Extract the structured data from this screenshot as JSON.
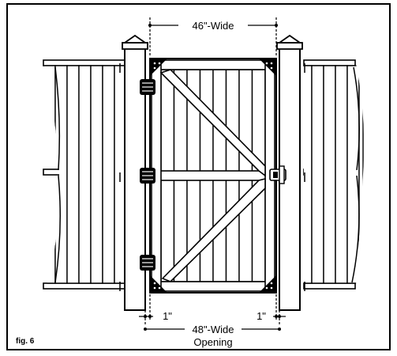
{
  "figure_label": "fig. 6",
  "dimensions": {
    "gate_width": "46\"-Wide",
    "left_gap": "1\"",
    "right_gap": "1\"",
    "opening_line1": "48\"-Wide",
    "opening_line2": "Opening"
  }
}
